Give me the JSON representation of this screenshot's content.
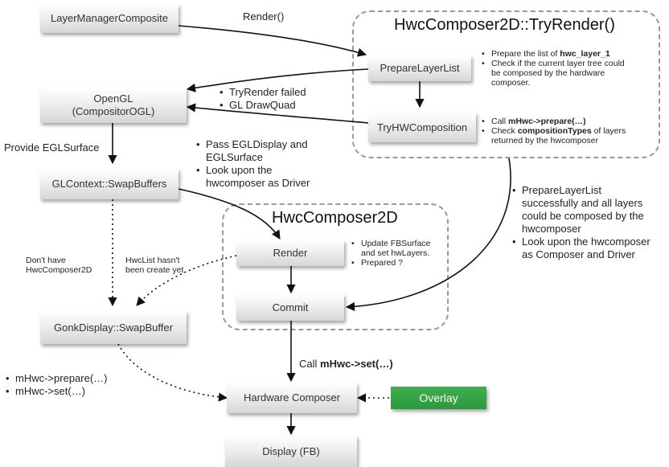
{
  "nodes": {
    "layer_manager": "LayerManagerComposite",
    "opengl_line1": "OpenGL",
    "opengl_line2": "(CompositorOGL)",
    "glcontext": "GLContext::SwapBuffers",
    "gonk_display": "GonkDisplay::SwapBuffer",
    "prepare_layer_list": "PrepareLayerList",
    "try_hw_composition": "TryHWComposition",
    "render": "Render",
    "commit": "Commit",
    "hardware_composer": "Hardware Composer",
    "overlay": "Overlay",
    "display_fb": "Display (FB)"
  },
  "groups": {
    "try_render_title": "HwcComposer2D::TryRender()",
    "hwc_title": "HwcComposer2D"
  },
  "labels": {
    "render_call": "Render()",
    "provide_egl": "Provide EGLSurface",
    "try_render_failed": "TryRender failed",
    "gl_drawquad": "GL DrawQuad",
    "pass_egl_1": "Pass EGLDisplay and",
    "pass_egl_2": "EGLSurface",
    "look_driver_1": "Look upon the",
    "look_driver_2": "hwcomposer as Driver",
    "dont_have_1": "Don't have",
    "dont_have_2": "HwcComposer2D",
    "hwclist_1": "HwcList hasn't",
    "hwclist_2": "been create yet",
    "call_set_prefix": "Call ",
    "call_set_bold": "mHwc->set(…)",
    "gonk_prepare": "mHwc->prepare(…)",
    "gonk_set": "mHwc->set(…)",
    "prepare_note_1a": "Prepare the list of ",
    "prepare_note_1b": "hwc_layer_1",
    "prepare_note_2a": "Check if the current layer tree could",
    "prepare_note_2b": "be composed by the hardware",
    "prepare_note_2c": "composer.",
    "try_note_1a": "Call ",
    "try_note_1b": "mHwc->prepare(…)",
    "try_note_2a": "Check ",
    "try_note_2b": "compositionTypes",
    "try_note_2c": " of layers",
    "try_note_2d": "returned by the hwcomposer",
    "render_note_1a": "Update FBSurface",
    "render_note_1b": "and set hwLayers.",
    "render_note_2": "Prepared ?",
    "success_1a": "PrepareLayerList",
    "success_1b": "successfully and all layers",
    "success_1c": "could be composed by the",
    "success_1d": "hwcomposer",
    "success_2a": "Look upon the hwcomposer",
    "success_2b": "as Composer and Driver"
  },
  "colors": {
    "overlay_green": "#2e9e40",
    "dashed_border": "#999999",
    "arrow": "#111111"
  }
}
